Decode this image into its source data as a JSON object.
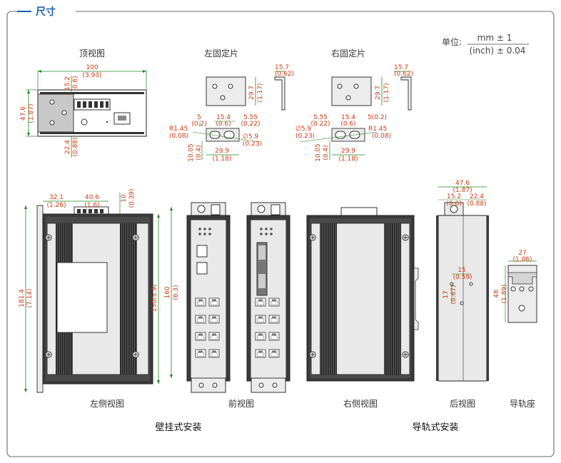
{
  "header": {
    "title": "尺寸"
  },
  "units": {
    "label": "单位:",
    "top": "mm ± 1",
    "bottom": "(inch) ± 0.04"
  },
  "colors": {
    "accent": "#1a5fb4",
    "dimension": "#d03a12",
    "green": "#1a8a1a",
    "device_dark": "#3a3a3a"
  },
  "views": {
    "top": "顶视图",
    "left_bracket": "左固定片",
    "right_bracket": "右固定片",
    "left_side": "左侧视图",
    "front": "前视图",
    "right_side": "右侧视图",
    "rear": "后视图",
    "rail_seat": "导轨座"
  },
  "groups": {
    "wall": "壁挂式安装",
    "din": "导轨式安装"
  },
  "dims": {
    "top_w": "100",
    "top_w_in": "(3.93)",
    "top_152": "15.2",
    "top_152_in": "(0.6)",
    "top_476": "47.6",
    "top_476_in": "(1.87)",
    "top_224": "22.4",
    "top_224_in": "(0.88)",
    "lb_157": "15.7",
    "lb_157_in": "(0.62)",
    "lb_297": "29.7",
    "lb_297_in": "(1.17)",
    "lb_5": "5",
    "lb_5_in": "(0.2)",
    "lb_154": "15.4",
    "lb_154_in": "(0.6)",
    "lb_555": "5.55",
    "lb_555_in": "(0.22)",
    "lb_r": "R1.45",
    "lb_r_in": "(0.08)",
    "lb_d": "∅5.9",
    "lb_d_in": "(0.23)",
    "lb_1005": "10.05",
    "lb_1005_in": "(0.4)",
    "lb_299": "29.9",
    "lb_299_in": "(1.18)",
    "rb_157": "15.7",
    "rb_157_in": "(0.62)",
    "rb_297": "29.7",
    "rb_297_in": "(1.17)",
    "rb_555": "5.55",
    "rb_555_in": "(0.22)",
    "rb_154": "15.4",
    "rb_154_in": "(0.6)",
    "rb_5": "5(0.2)",
    "rb_d": "∅5.9",
    "rb_d_in": "(0.23)",
    "rb_r": "R1.45",
    "rb_r_in": "(0.08)",
    "rb_1005": "10.05",
    "rb_1005_in": "(0.4)",
    "rb_299": "29.9",
    "rb_299_in": "(1.18)",
    "ls_321": "32.1",
    "ls_321_in": "(1.26)",
    "ls_406": "40.6",
    "ls_406_in": "(1.6)",
    "ls_10": "10",
    "ls_10_in": "(0.39)",
    "ls_1814": "181.4",
    "ls_1814_in": "(7.14)",
    "ls_150": "150(5.9)",
    "fr_160": "160",
    "fr_160_in": "(6.3)",
    "rv_476": "47.6",
    "rv_476_in": "(1.87)",
    "rv_152": "15.2",
    "rv_152_in": "(0.6)",
    "rv_224": "22.4",
    "rv_224_in": "(0.88)",
    "rv_15": "15",
    "rv_15_in": "(0.59)",
    "rv_17": "17",
    "rv_17_in": "(0.67)",
    "rs_27": "27",
    "rs_27_in": "(1.06)",
    "rs_48": "48",
    "rs_48_in": "(1.89)"
  }
}
